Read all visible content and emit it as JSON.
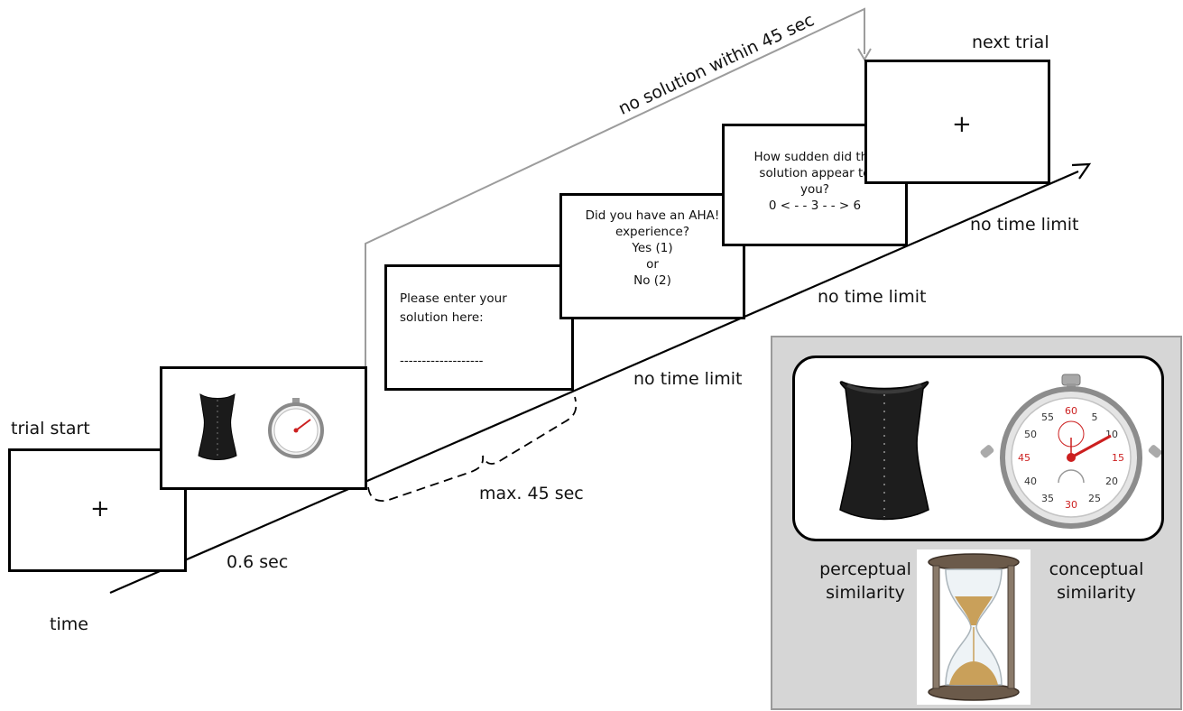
{
  "labels": {
    "trial_start": "trial start",
    "time": "time",
    "dur_fixation": "0.6 sec",
    "max_duration": "max. 45 sec",
    "no_limit_solution": "no time limit",
    "no_limit_aha": "no time limit",
    "no_limit_sudden": "no time limit",
    "next_trial": "next trial",
    "timeout": "no solution within 45 sec"
  },
  "screens": {
    "fixation": "+",
    "solution": {
      "line1": "Please enter your",
      "line2": "solution here:",
      "line3": "-------------------"
    },
    "aha": {
      "line1": "Did you have an AHA!",
      "line2": "experience?",
      "line3": "Yes (1)",
      "line4": "or",
      "line5": "No (2)"
    },
    "sudden": {
      "line1": "How sudden did the",
      "line2": "solution appear to",
      "line3": "you?",
      "line4": "0 < - - 3 - - > 6"
    },
    "next_fixation": "+"
  },
  "similarity": {
    "perceptual_line1": "perceptual",
    "perceptual_line2": "similarity",
    "conceptual_line1": "conceptual",
    "conceptual_line2": "similarity"
  },
  "stopwatch_numbers": [
    "60",
    "5",
    "10",
    "15",
    "20",
    "25",
    "30",
    "35",
    "40",
    "45",
    "50",
    "55"
  ],
  "colors": {
    "timeout_line": "#9c9c9c",
    "panel": "#d6d6d6",
    "accent_red": "#cc1f1f"
  }
}
